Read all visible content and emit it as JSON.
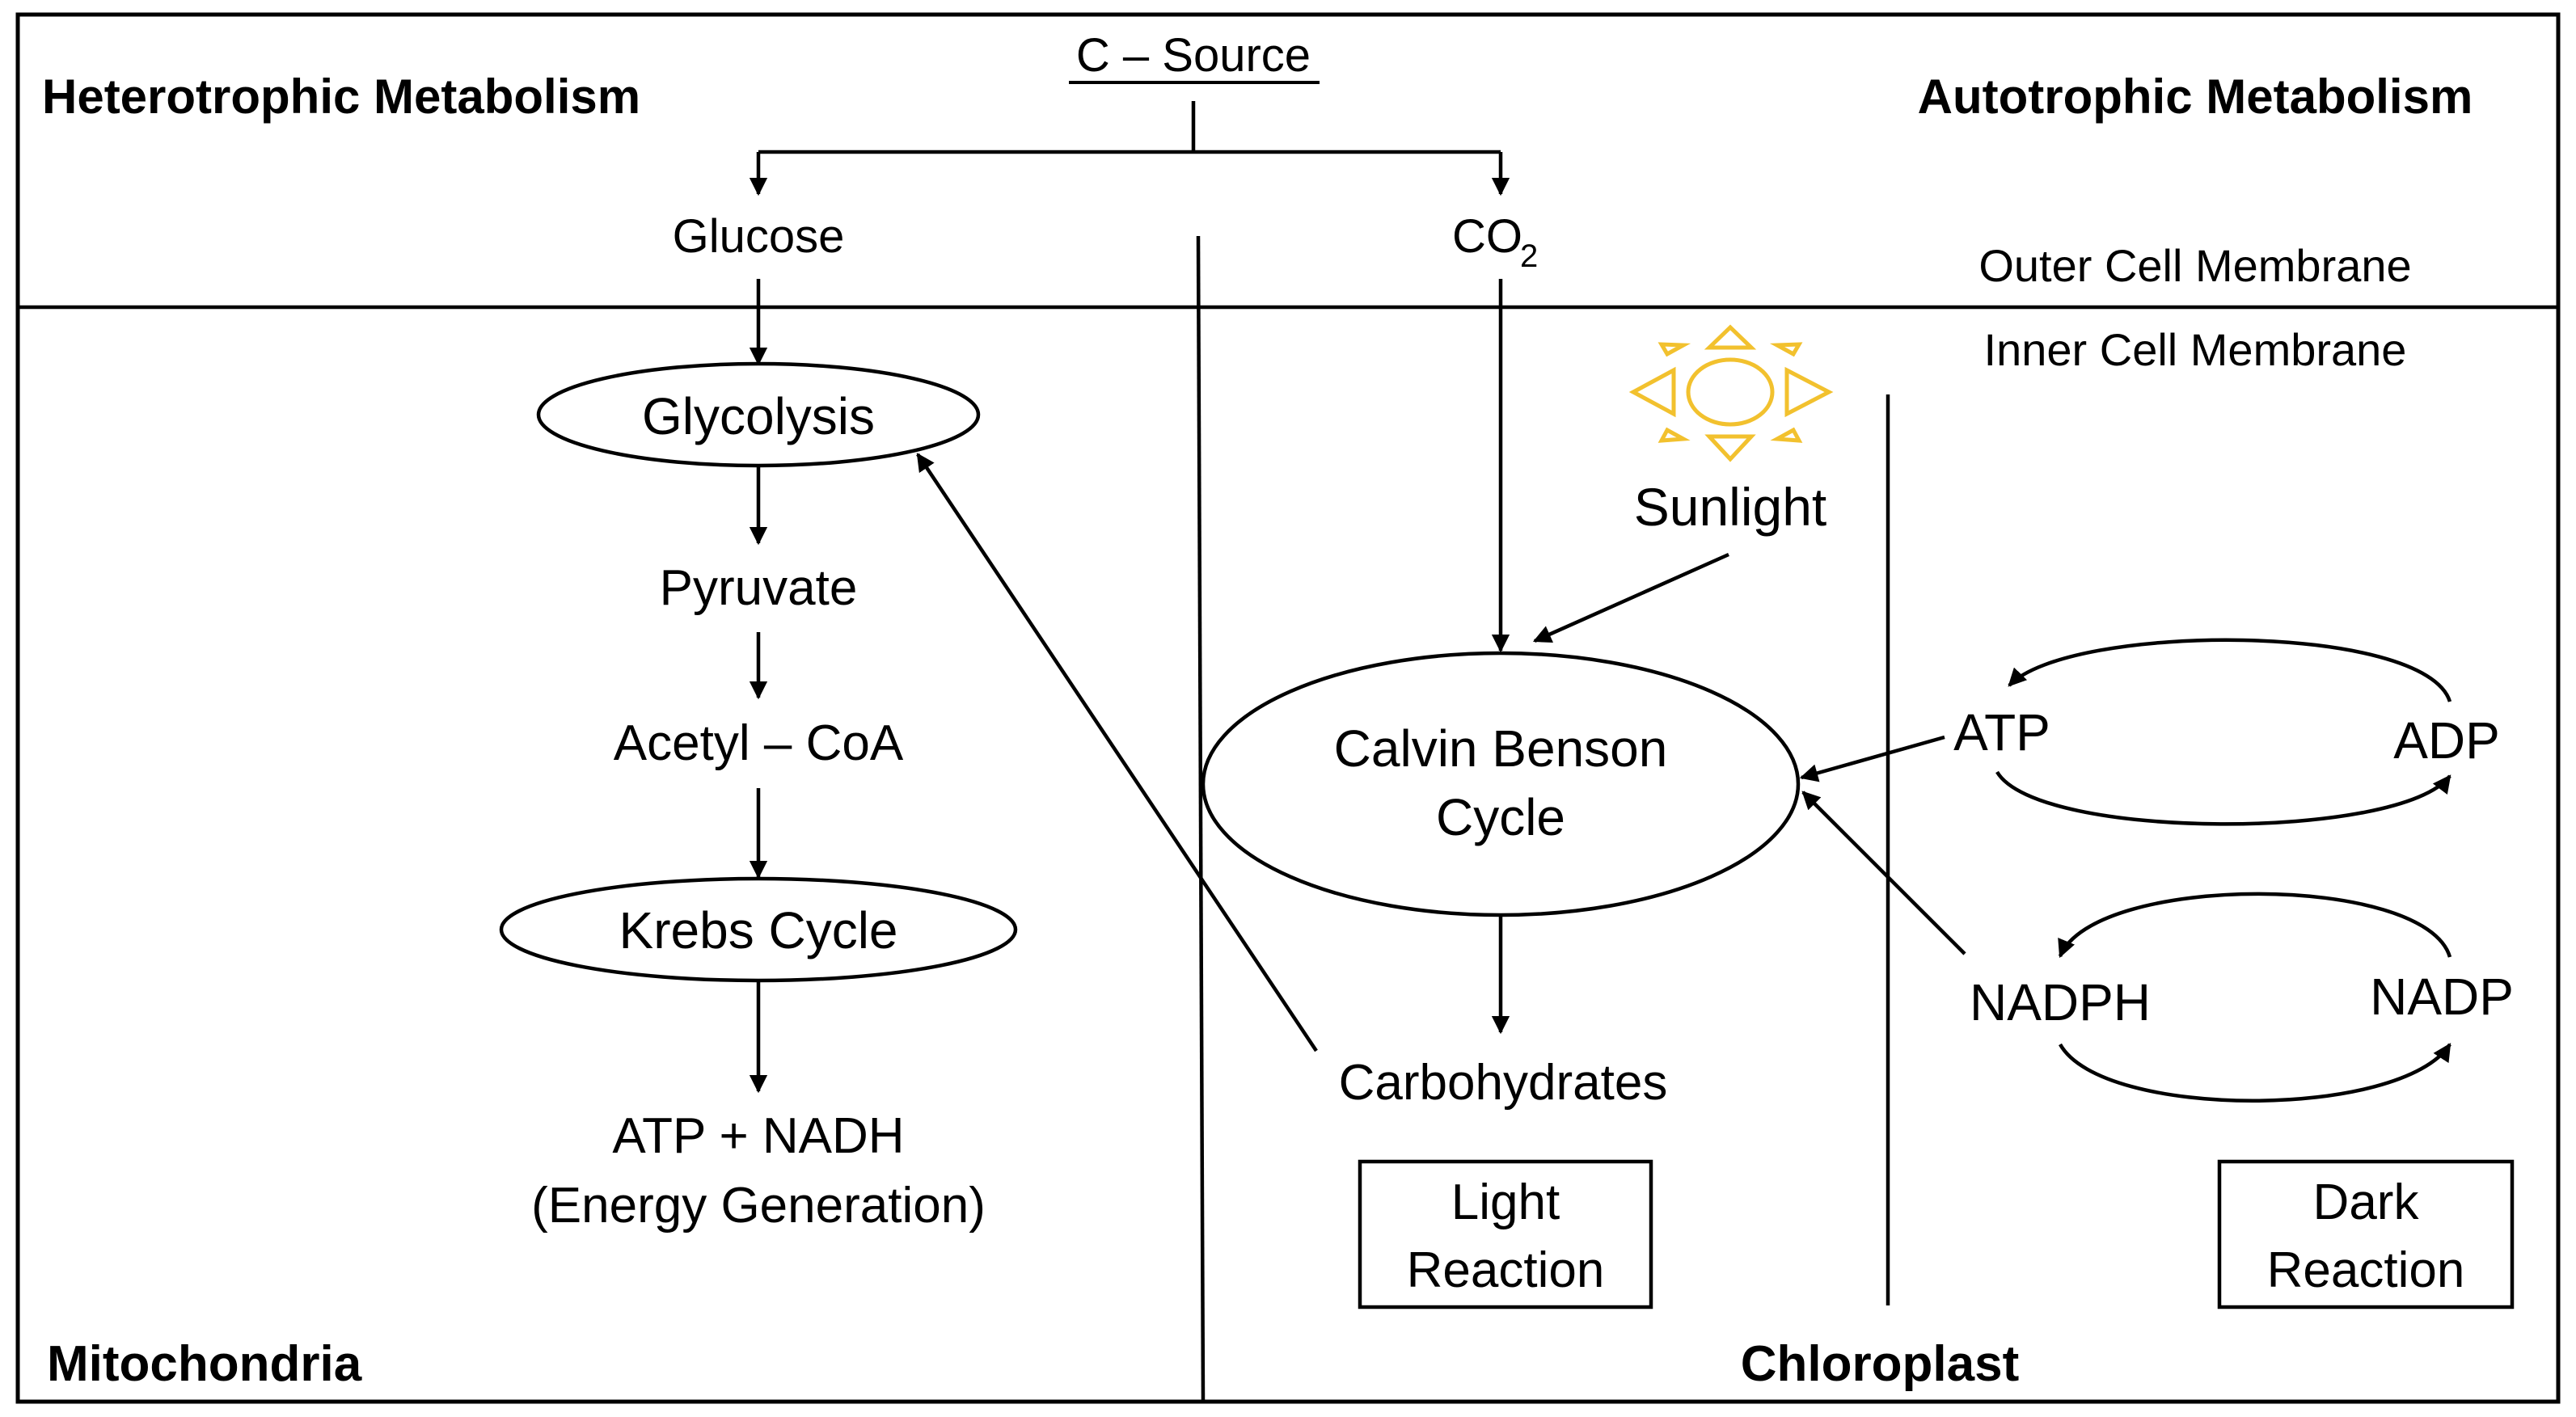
{
  "headers": {
    "left": "Heterotrophic Metabolism",
    "right": "Autotrophic Metabolism",
    "source": "C – Source"
  },
  "membranes": {
    "outer": "Outer Cell Membrane",
    "inner": "Inner Cell Membrane"
  },
  "hetero": {
    "glucose": "Glucose",
    "glycolysis": "Glycolysis",
    "pyruvate": "Pyruvate",
    "acetyl": "Acetyl – CoA",
    "krebs": "Krebs Cycle",
    "output_line1": "ATP + NADH",
    "output_line2": "(Energy Generation)",
    "organelle": "Mitochondria"
  },
  "auto": {
    "co2": "CO",
    "co2_sub": "2",
    "sunlight": "Sunlight",
    "calvin_line1": "Calvin Benson",
    "calvin_line2": "Cycle",
    "carbohydrates": "Carbohydrates",
    "light_line1": "Light",
    "light_line2": "Reaction",
    "atp": "ATP",
    "adp": "ADP",
    "nadph": "NADPH",
    "nadp": "NADP",
    "dark_line1": "Dark",
    "dark_line2": "Reaction",
    "organelle": "Chloroplast"
  },
  "colors": {
    "sun": "#f2c12e",
    "line": "#000000"
  }
}
